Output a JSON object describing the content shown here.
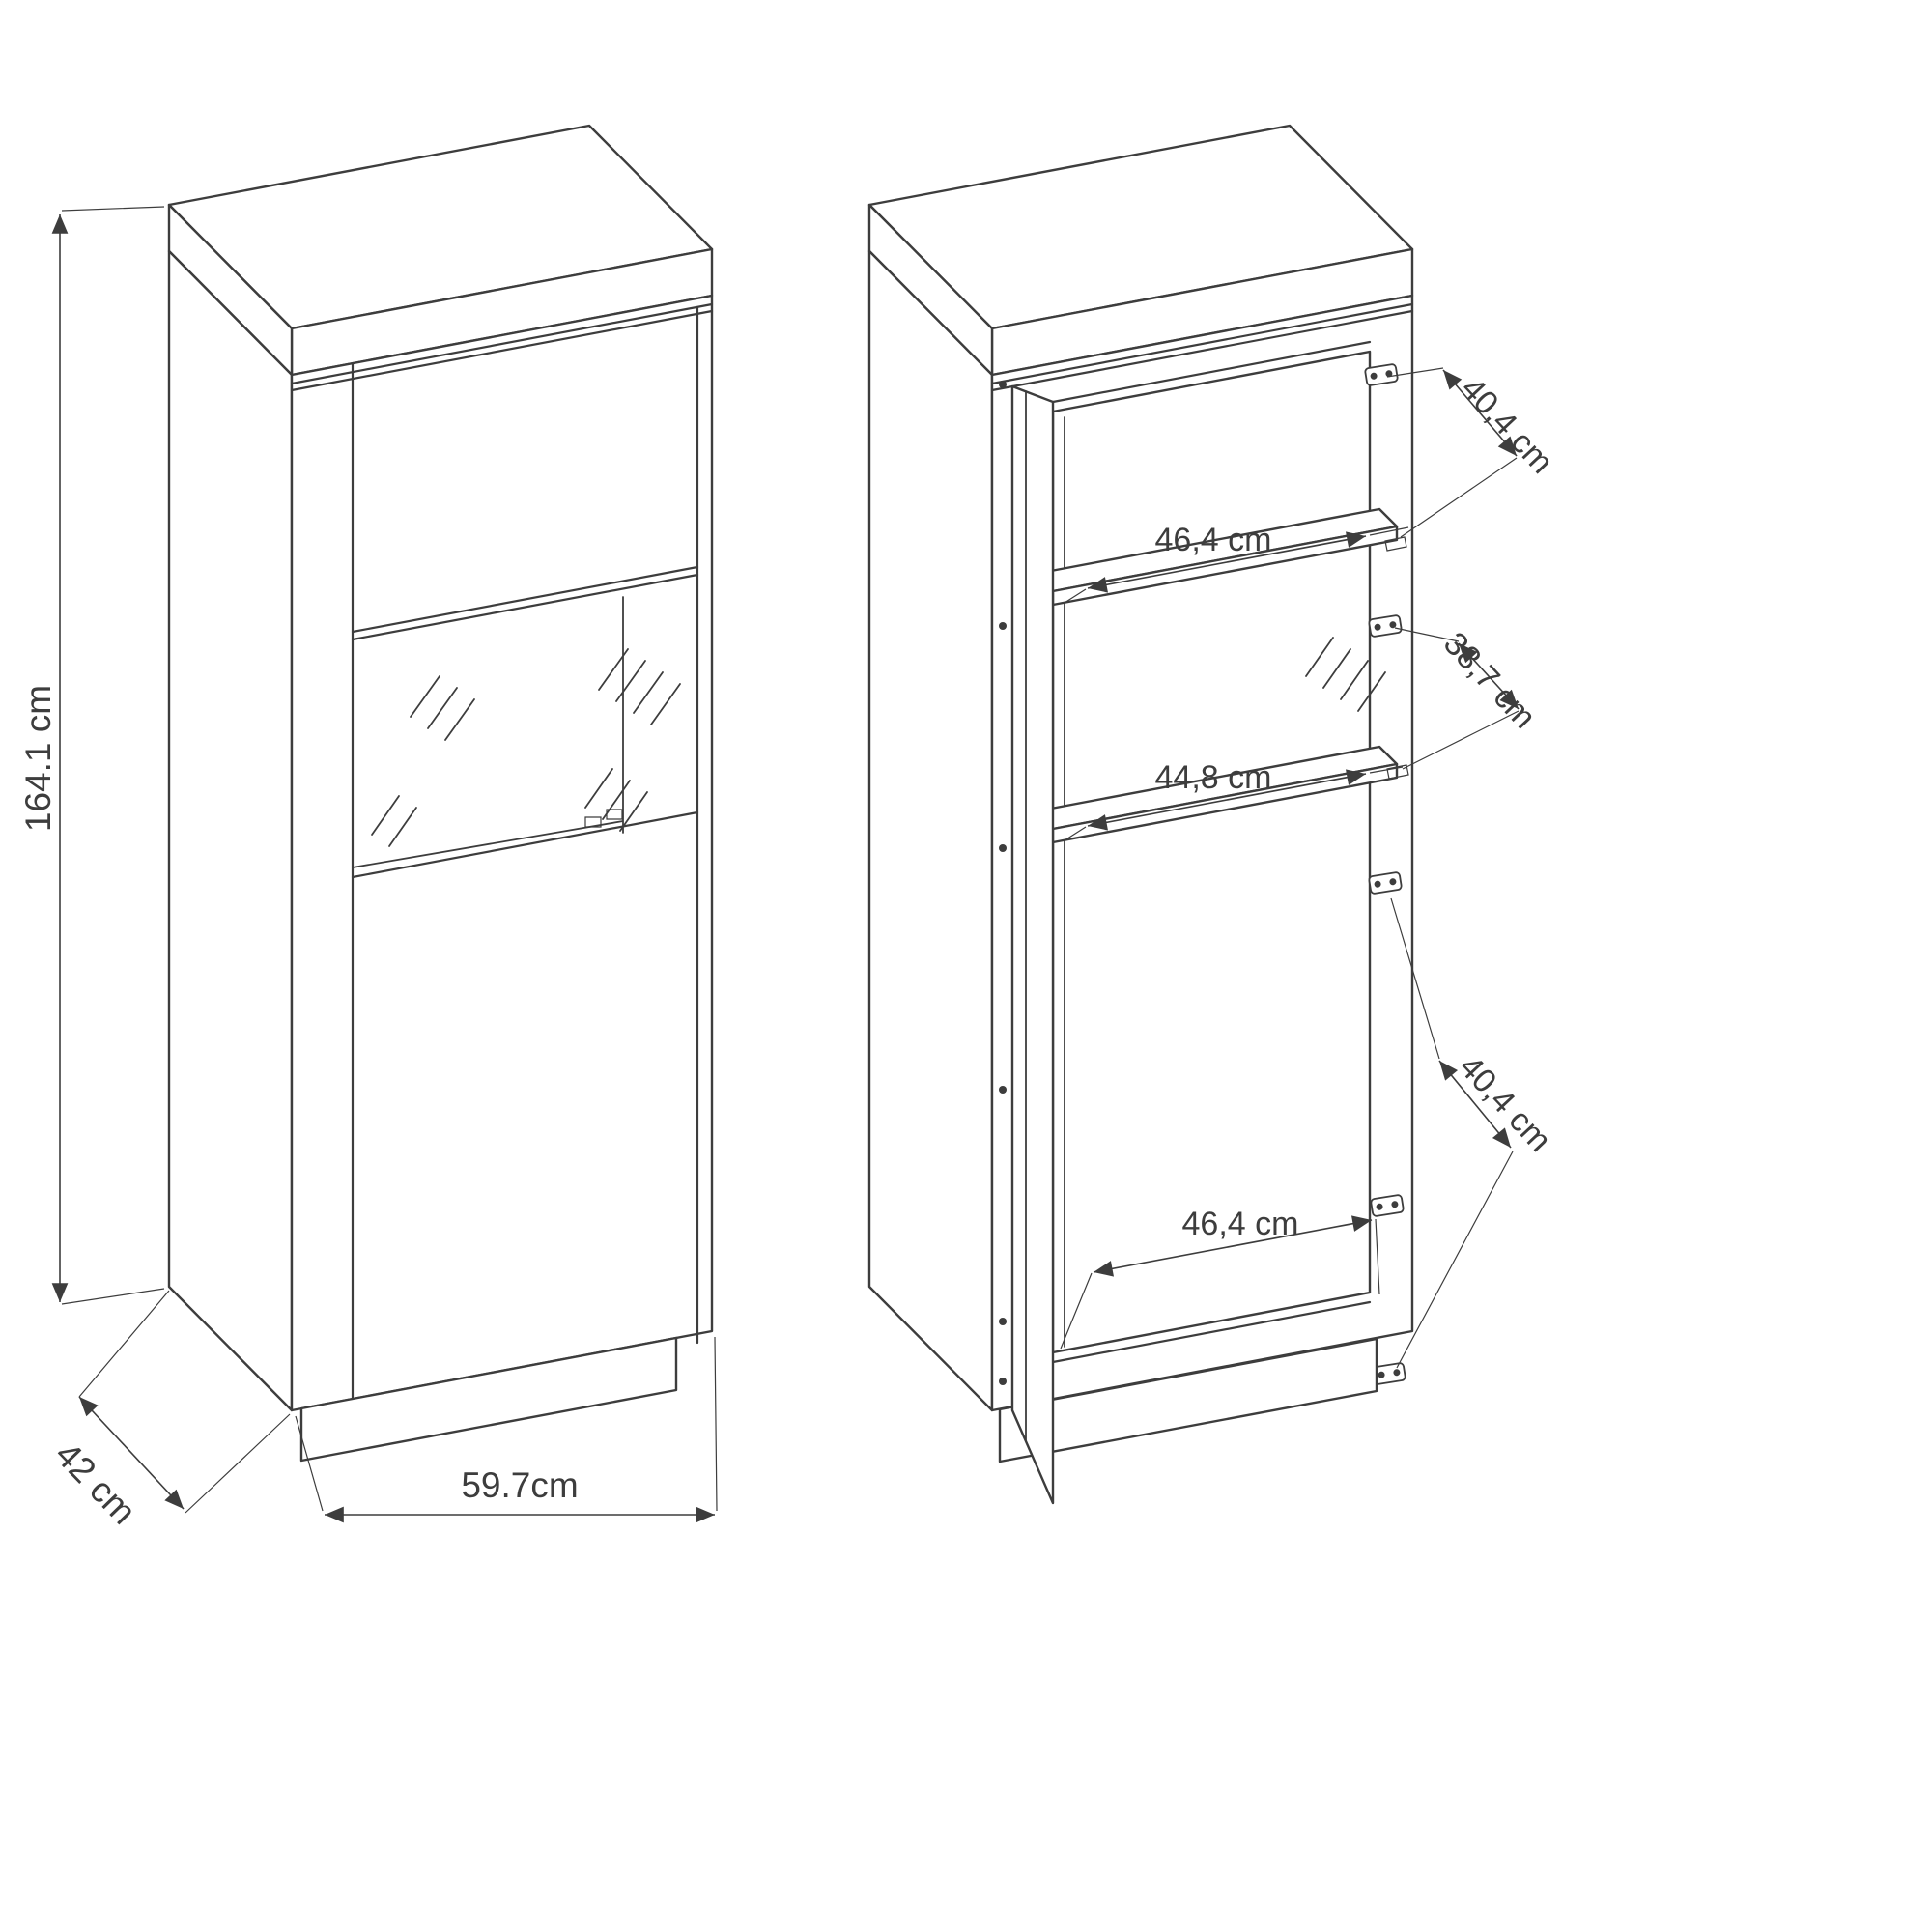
{
  "colors": {
    "line": "#3d3d3d",
    "background": "#ffffff"
  },
  "dimensions": {
    "overall_height": "164.1 cm",
    "overall_depth": "42 cm",
    "overall_width": "59.7cm",
    "top_inner_depth": "40,4 cm",
    "top_inner_width": "46,4 cm",
    "middle_inner_depth": "38,7 cm",
    "middle_inner_width": "44,8 cm",
    "bottom_inner_depth": "40,4 cm",
    "bottom_inner_width": "46,4 cm"
  }
}
